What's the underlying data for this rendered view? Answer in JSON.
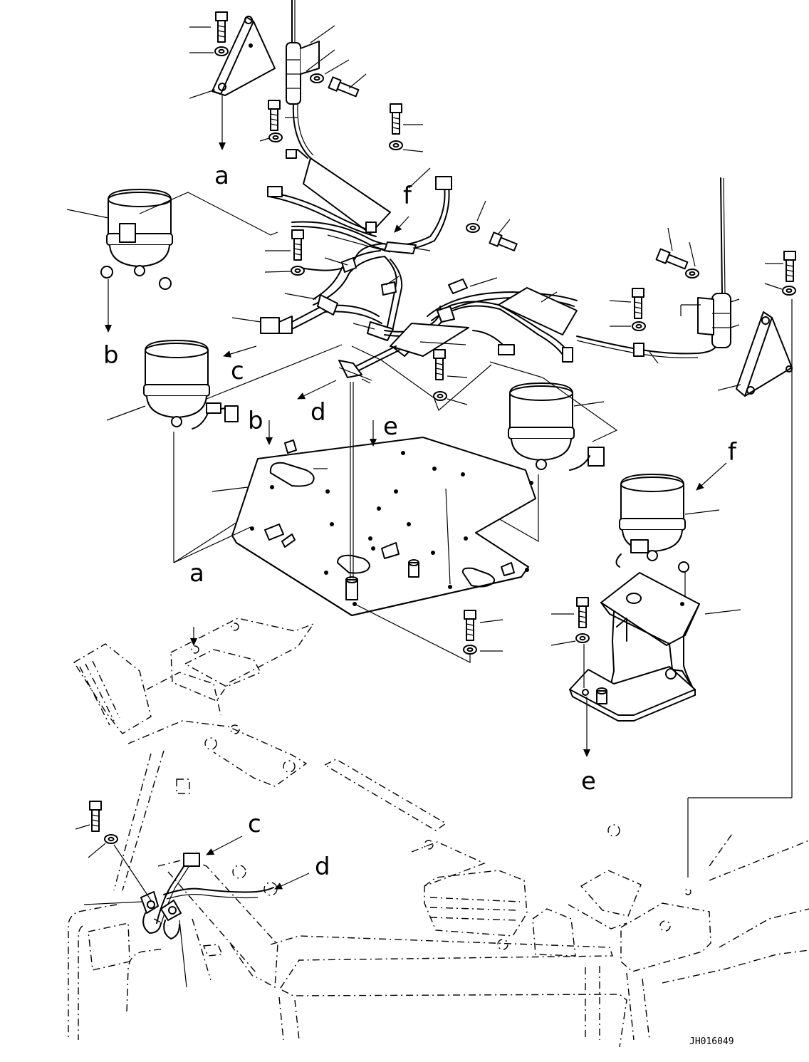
{
  "callout_letters": {
    "a_top": "a",
    "b_left": "b",
    "c_left": "c",
    "d_left": "d",
    "b_plate": "b",
    "e_plate": "e",
    "f_top": "f",
    "f_right": "f",
    "a_cab": "a",
    "e_bracket": "e",
    "c_cab": "c",
    "d_cab": "d"
  },
  "drawing_code": "JH016049"
}
